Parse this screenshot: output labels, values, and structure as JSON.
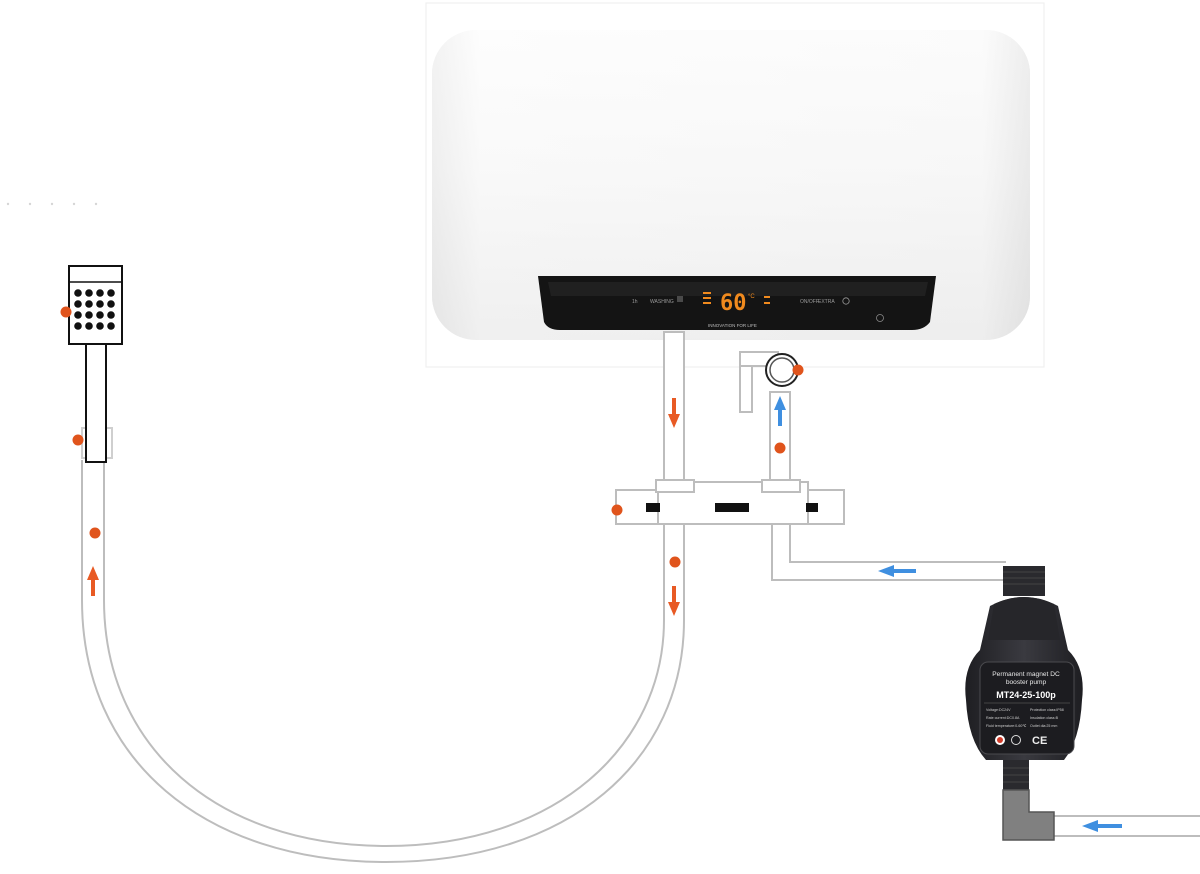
{
  "heater": {
    "display_temp": "60",
    "display_unit": "°C",
    "panel_left_small": "1h",
    "panel_left_text": "WASHING",
    "panel_right_a": "ON/OFF",
    "panel_right_b": "EXTRA",
    "panel_bottom": "INNOVATION FOR LIFE"
  },
  "pump": {
    "label_line1": "Permanent magnet DC",
    "label_line2": "booster pump",
    "model": "MT24-25-100p",
    "spec_voltage": "Voltage:DC24V",
    "spec_current": "Rate current:DC0.8A",
    "spec_fluid": "Fluid temperature:0-60℃",
    "spec_protection": "Protection class:IP58",
    "spec_insulation": "Insulation class:B",
    "spec_outlet": "Outlet dia:25 mm",
    "ce_mark": "CE"
  },
  "colors": {
    "pipe_outline": "#bdbdbd",
    "hot_flow_arrow": "#e85a24",
    "cold_flow_arrow": "#3f8fe0",
    "marker_dot": "#e0541c",
    "heater_body": "#f4f4f4",
    "panel_dark": "#141414",
    "display_digits": "#f08a1e",
    "pump_body": "#2e2e32"
  }
}
